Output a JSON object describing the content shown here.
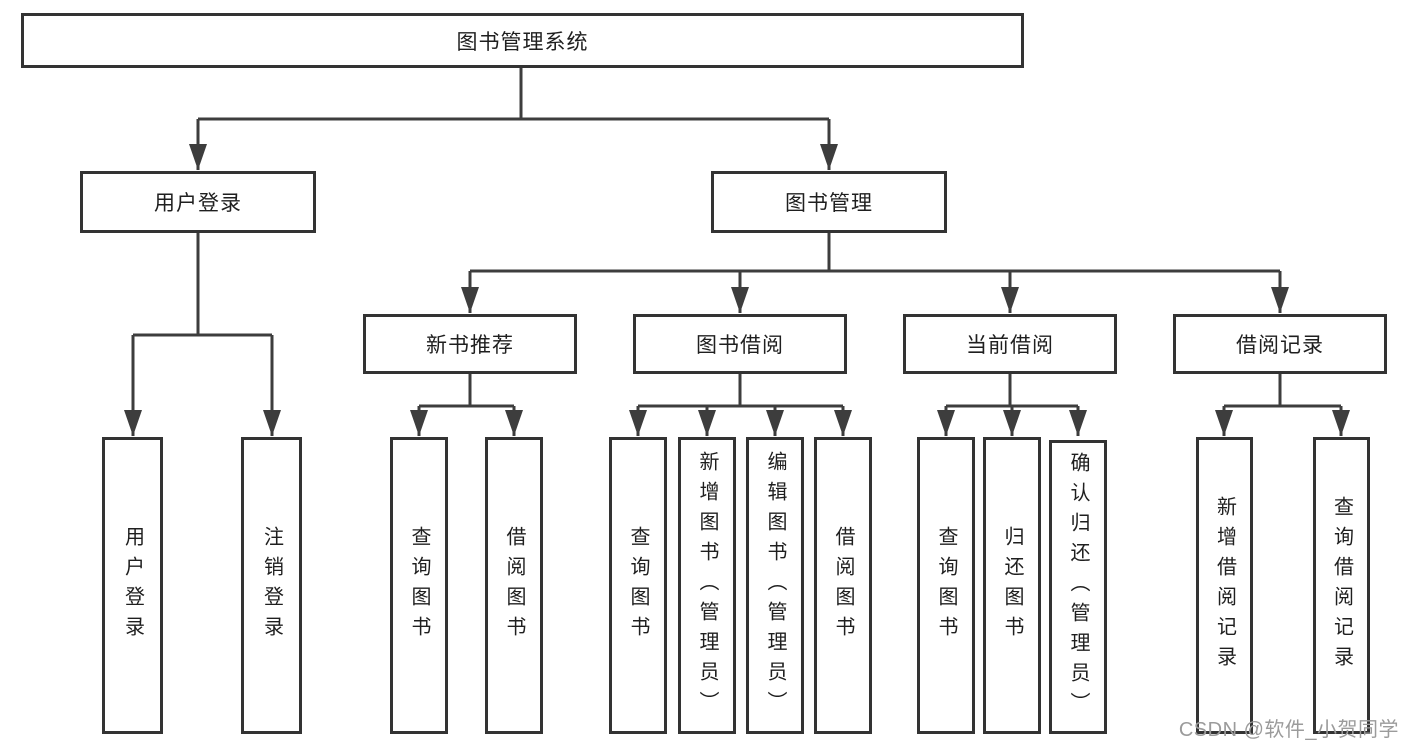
{
  "nodes": {
    "root": "图书管理系统",
    "user_login": "用户登录",
    "book_mgmt": "图书管理",
    "new_book": "新书推荐",
    "book_borrow": "图书借阅",
    "current_borrow": "当前借阅",
    "borrow_record": "借阅记录"
  },
  "leaves": {
    "user_login": [
      "用户登录",
      "注销登录"
    ],
    "new_book": [
      "查询图书",
      "借阅图书"
    ],
    "book_borrow": [
      "查询图书",
      "新增图书（管理员）",
      "编辑图书（管理员）",
      "借阅图书"
    ],
    "current_borrow": [
      "查询图书",
      "归还图书",
      "确认归还（管理员）"
    ],
    "borrow_record": [
      "新增借阅记录",
      "查询借阅记录"
    ]
  },
  "watermark": "CSDN @软件_小贺同学",
  "colors": {
    "line": "#3d3d3d",
    "box_border": "#333333",
    "text": "#1f1f1f",
    "watermark": "#9b9b9b",
    "background": "#ffffff"
  }
}
